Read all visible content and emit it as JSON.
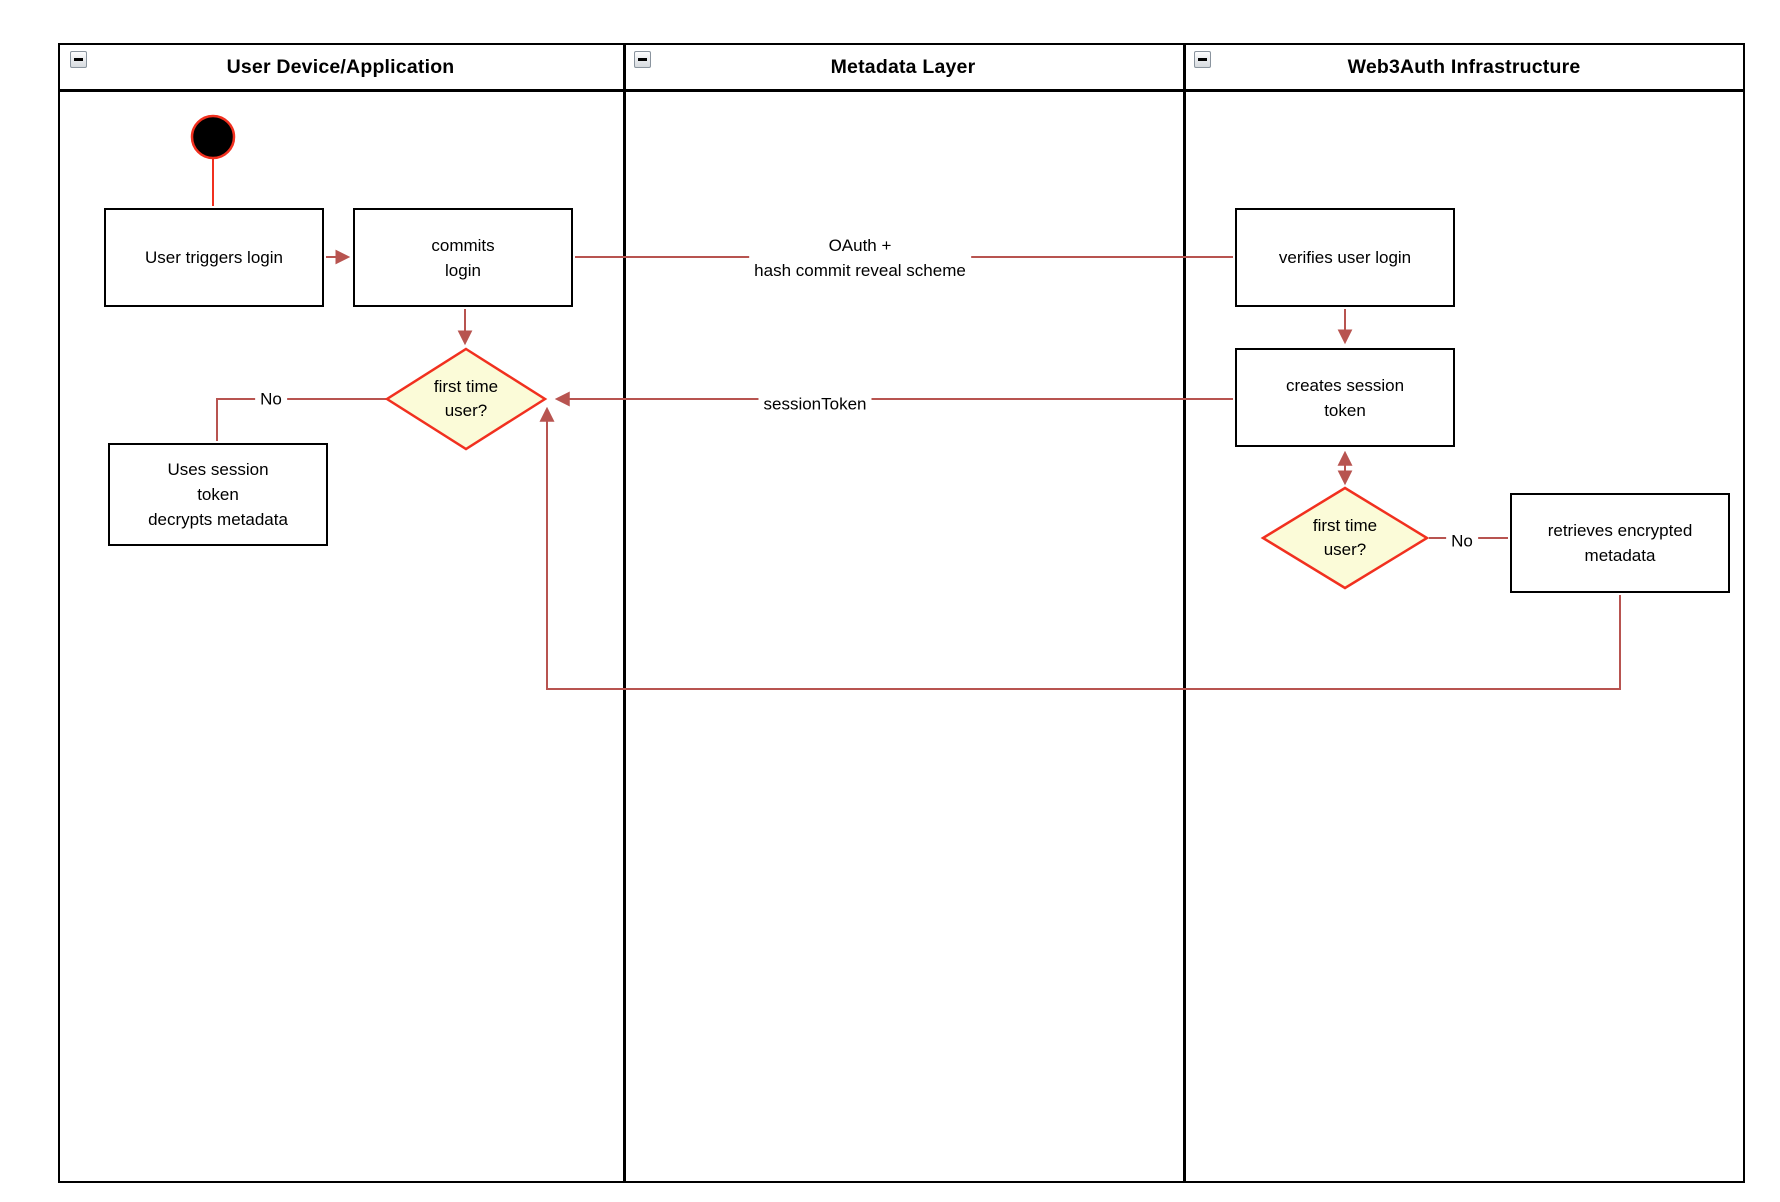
{
  "diagram": {
    "lanes": [
      {
        "title": "User Device/Application"
      },
      {
        "title": "Metadata Layer"
      },
      {
        "title": "Web3Auth Infrastructure"
      }
    ]
  },
  "nodes": {
    "user_triggers_login": "User triggers login",
    "commits_login": "commits\nlogin",
    "first_time_user_device": "first time\nuser?",
    "uses_session_token": "Uses session\ntoken\ndecrypts metadata",
    "verifies_user_login": "verifies user login",
    "creates_session_token": "creates session\ntoken",
    "first_time_user_infra": "first time\nuser?",
    "retrieves_encrypted_metadata": "retrieves encrypted\nmetadata"
  },
  "edge_labels": {
    "oauth": "OAuth +\nhash commit reveal scheme",
    "session_token": "sessionToken",
    "no_device": "No",
    "no_infra": "No"
  },
  "icons": {
    "collapse": "minus"
  },
  "colors": {
    "connector": "#B85450",
    "shape_stroke_red": "#F1301F",
    "decision_fill": "#FBFBD8",
    "node_border": "#000000",
    "start_fill": "#000000"
  }
}
